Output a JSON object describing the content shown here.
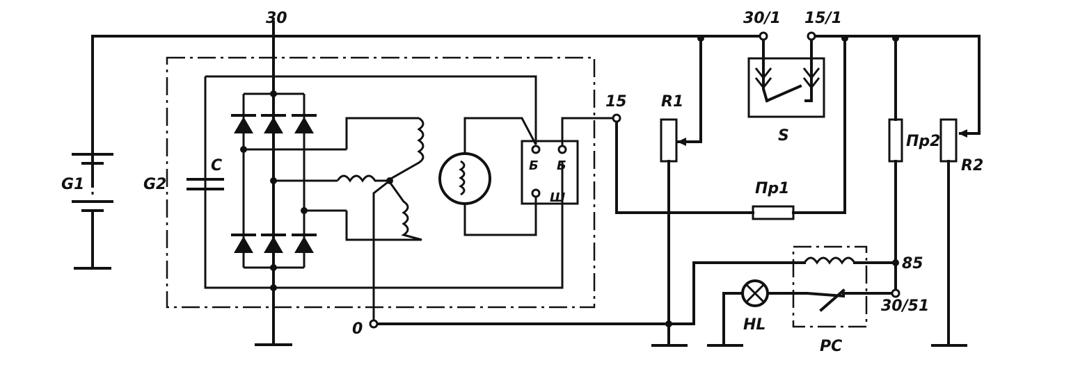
{
  "labels": {
    "terminal_30": "30",
    "terminal_30_1": "30/1",
    "terminal_15_1": "15/1",
    "terminal_15": "15",
    "terminal_85": "85",
    "terminal_30_51": "30/51",
    "terminal_0": "0",
    "battery": "G1",
    "generator": "G2",
    "capacitor": "C",
    "resistor_1": "R1",
    "resistor_2": "R2",
    "switch": "S",
    "fuse_1": "Пр1",
    "fuse_2": "Пр2",
    "lamp": "HL",
    "relay": "PC",
    "regulator_terminal_b1": "Б",
    "regulator_terminal_b2": "Б",
    "regulator_terminal_sh": "Ш"
  }
}
